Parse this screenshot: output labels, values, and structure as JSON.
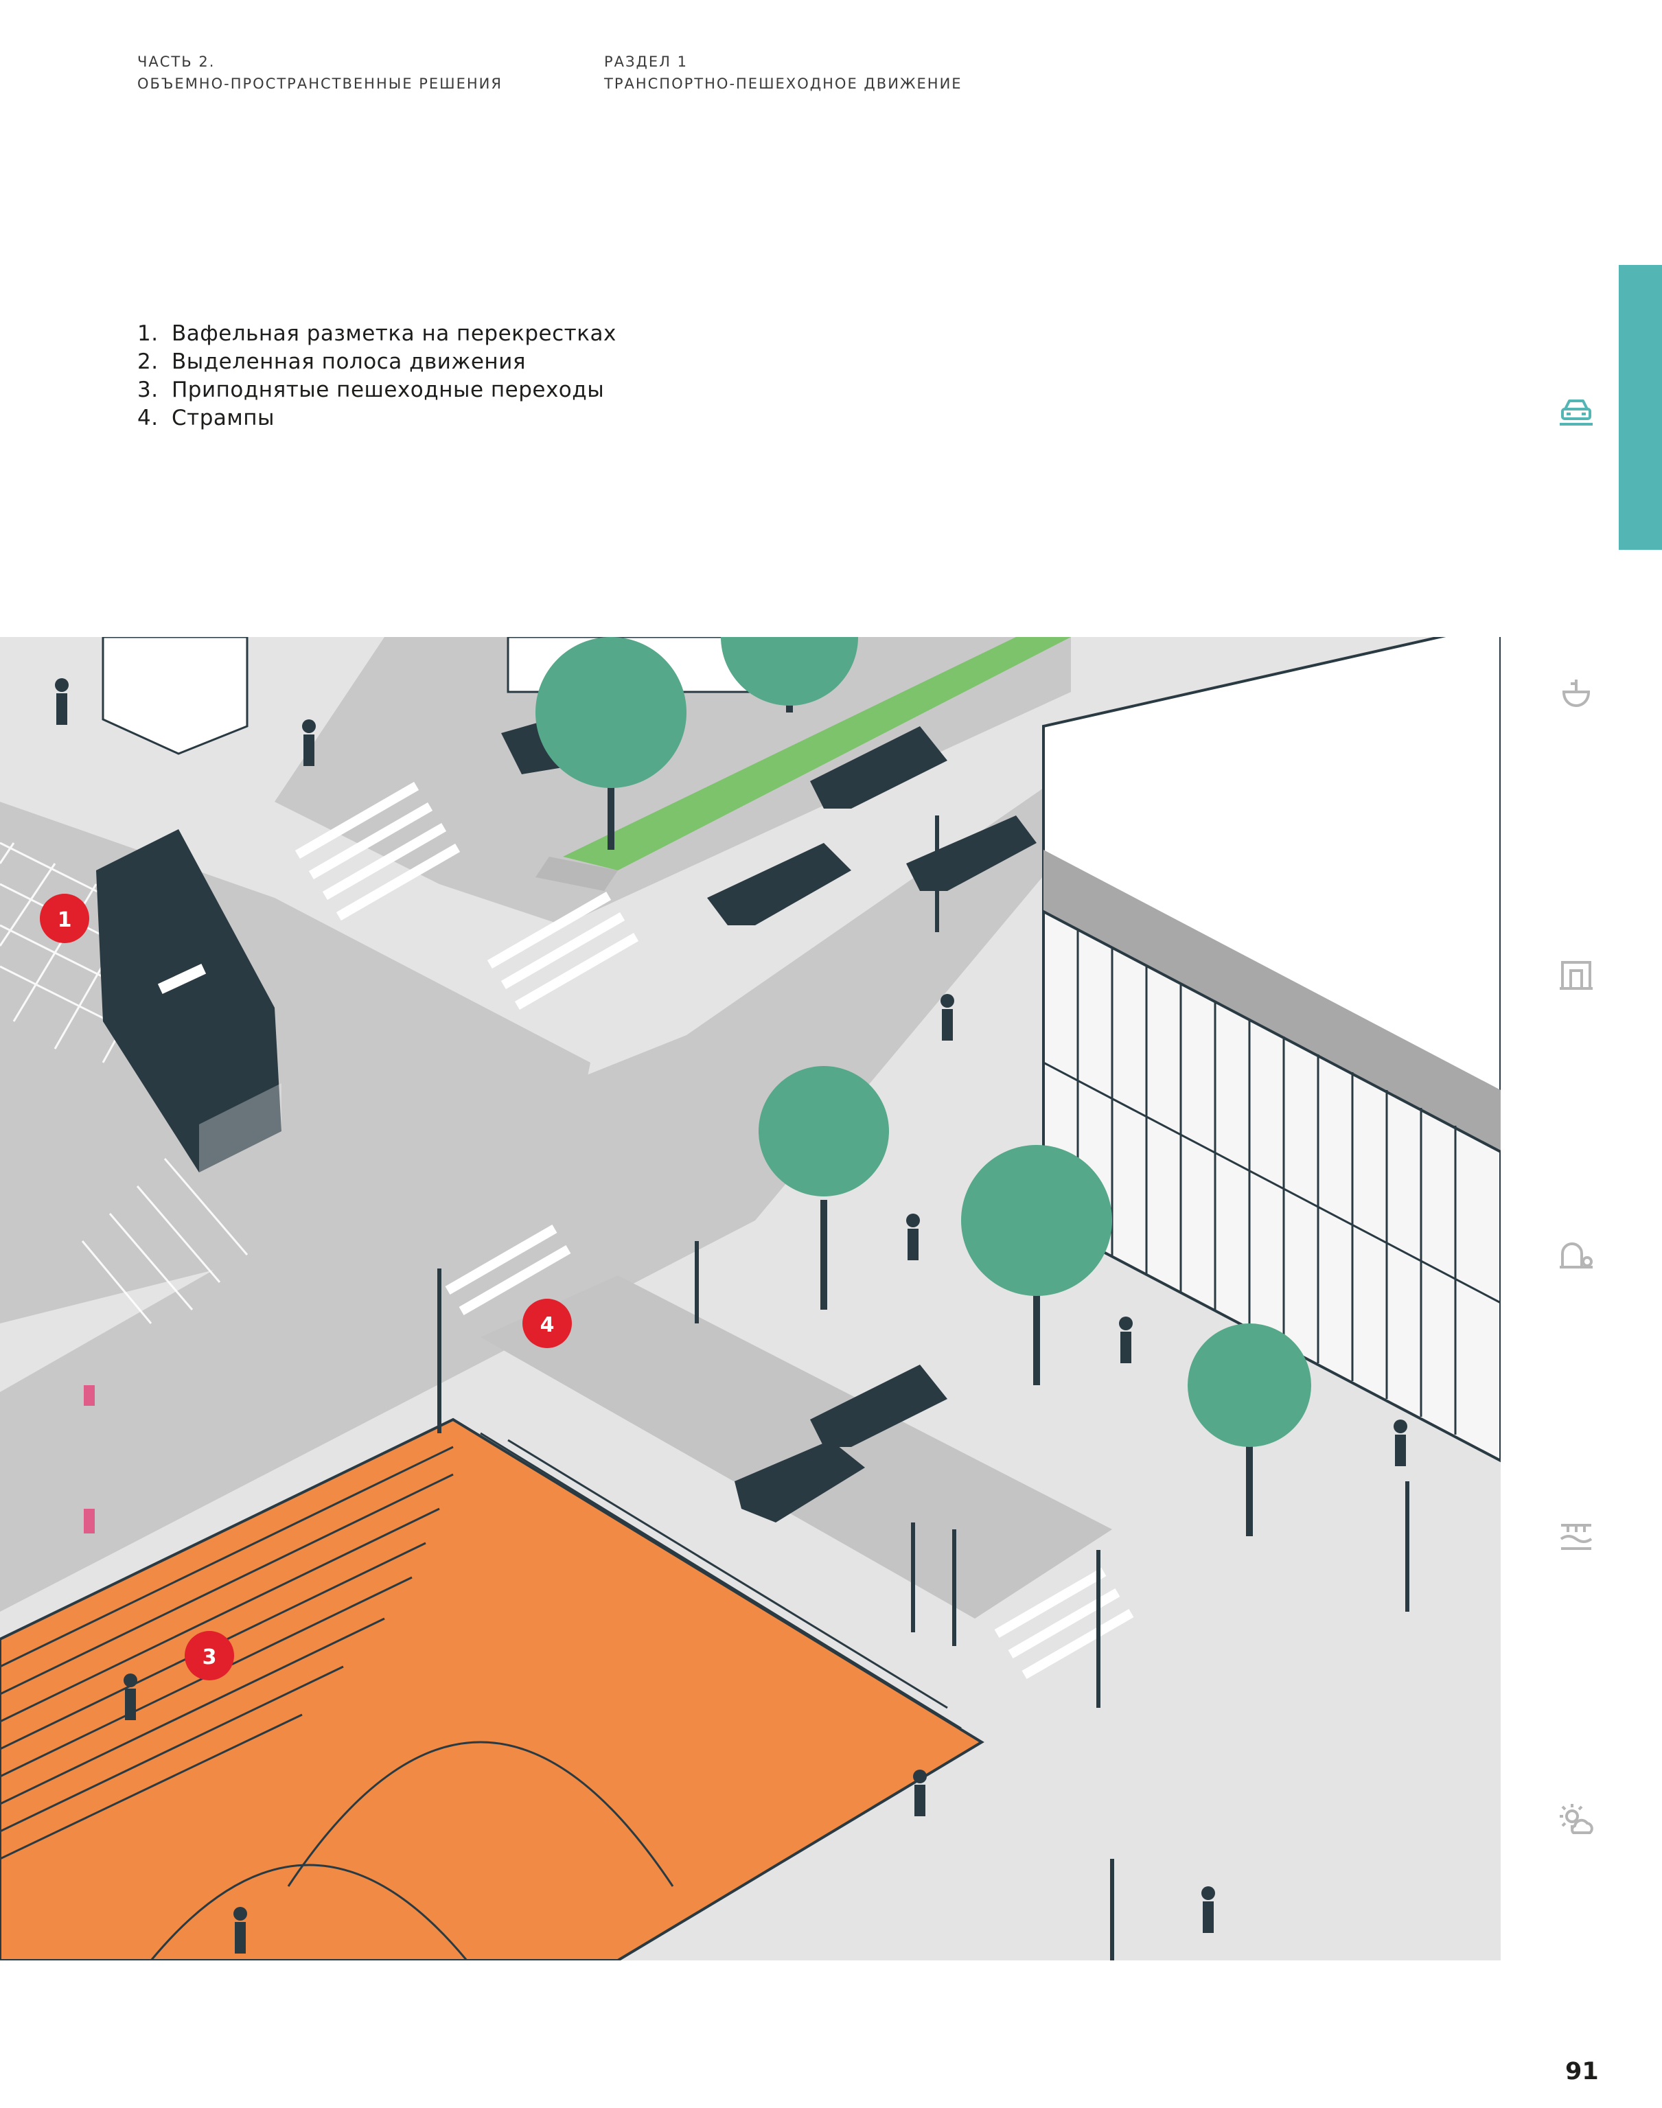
{
  "header": {
    "left_line1": "ЧАСТЬ 2.",
    "left_line2": "ОБЪЕМНО-ПРОСТРАНСТВЕННЫЕ РЕШЕНИЯ",
    "right_line1": "РАЗДЕЛ 1",
    "right_line2": "ТРАНСПОРТНО-ПЕШЕХОДНОЕ ДВИЖЕНИЕ"
  },
  "legend": [
    {
      "num": "1.",
      "text": "Вафельная разметка на перекрестках"
    },
    {
      "num": "2.",
      "text": "Выделенная полоса движения"
    },
    {
      "num": "3.",
      "text": "Приподнятые пешеходные переходы"
    },
    {
      "num": "4.",
      "text": "Стрампы"
    }
  ],
  "illustration": {
    "markers": [
      {
        "label": "1"
      },
      {
        "label": "4"
      },
      {
        "label": "3"
      }
    ]
  },
  "side_nav": [
    {
      "icon": "car-icon",
      "active": true
    },
    {
      "icon": "bench-icon",
      "active": false
    },
    {
      "icon": "building-icon",
      "active": false
    },
    {
      "icon": "playground-icon",
      "active": false
    },
    {
      "icon": "water-icon",
      "active": false
    },
    {
      "icon": "weather-icon",
      "active": false
    }
  ],
  "colors": {
    "accent": "#54b6b4",
    "marker": "#e2202b",
    "plaza": "#f08a44",
    "road": "#c8c8c8",
    "sidewalk": "#e4e4e4",
    "lane": "#7cc36b",
    "vehicle": "#2a3a42",
    "tree": "#55a889",
    "inactive_icon": "#b5b5b5"
  },
  "page_number": "91"
}
